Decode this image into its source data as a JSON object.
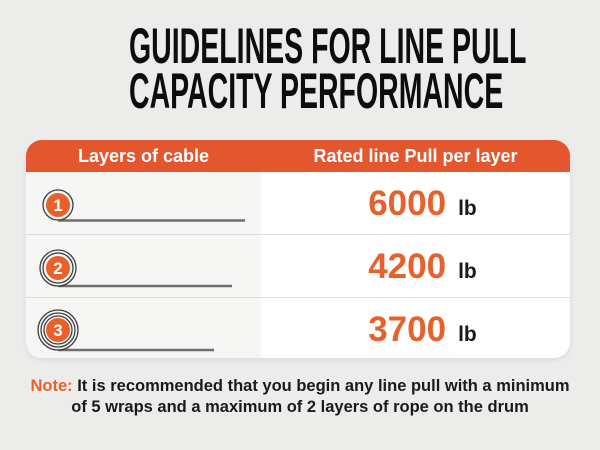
{
  "title": {
    "line1": "GUIDELINES FOR LINE PULL",
    "line2": "CAPACITY PERFORMANCE"
  },
  "table": {
    "columns": [
      "Layers of cable",
      "Rated line Pull per layer"
    ],
    "rows": [
      {
        "layers": 1,
        "layer_label": "1",
        "value": "6000",
        "unit": "lb"
      },
      {
        "layers": 2,
        "layer_label": "2",
        "value": "4200",
        "unit": "lb"
      },
      {
        "layers": 3,
        "layer_label": "3",
        "value": "3700",
        "unit": "lb"
      }
    ]
  },
  "note": {
    "label": "Note:",
    "line1": "It is recommended that you begin any line pull with a minimum",
    "line2": "of 5 wraps and a maximum of 2 layers of rope on the drum"
  },
  "colors": {
    "header_bg": "#E4562E",
    "value_orange": "#E8612A",
    "page_bg": "#ECECEB",
    "left_cell_bg": "#F6F6F5",
    "text_dark": "#1A1A1A"
  },
  "chart_data": {
    "type": "table",
    "title": "Guidelines for Line Pull Capacity Performance",
    "columns": [
      "Layers of cable",
      "Rated line Pull per layer"
    ],
    "categories": [
      "1",
      "2",
      "3"
    ],
    "values": [
      6000,
      4200,
      3700
    ],
    "unit": "lb"
  }
}
